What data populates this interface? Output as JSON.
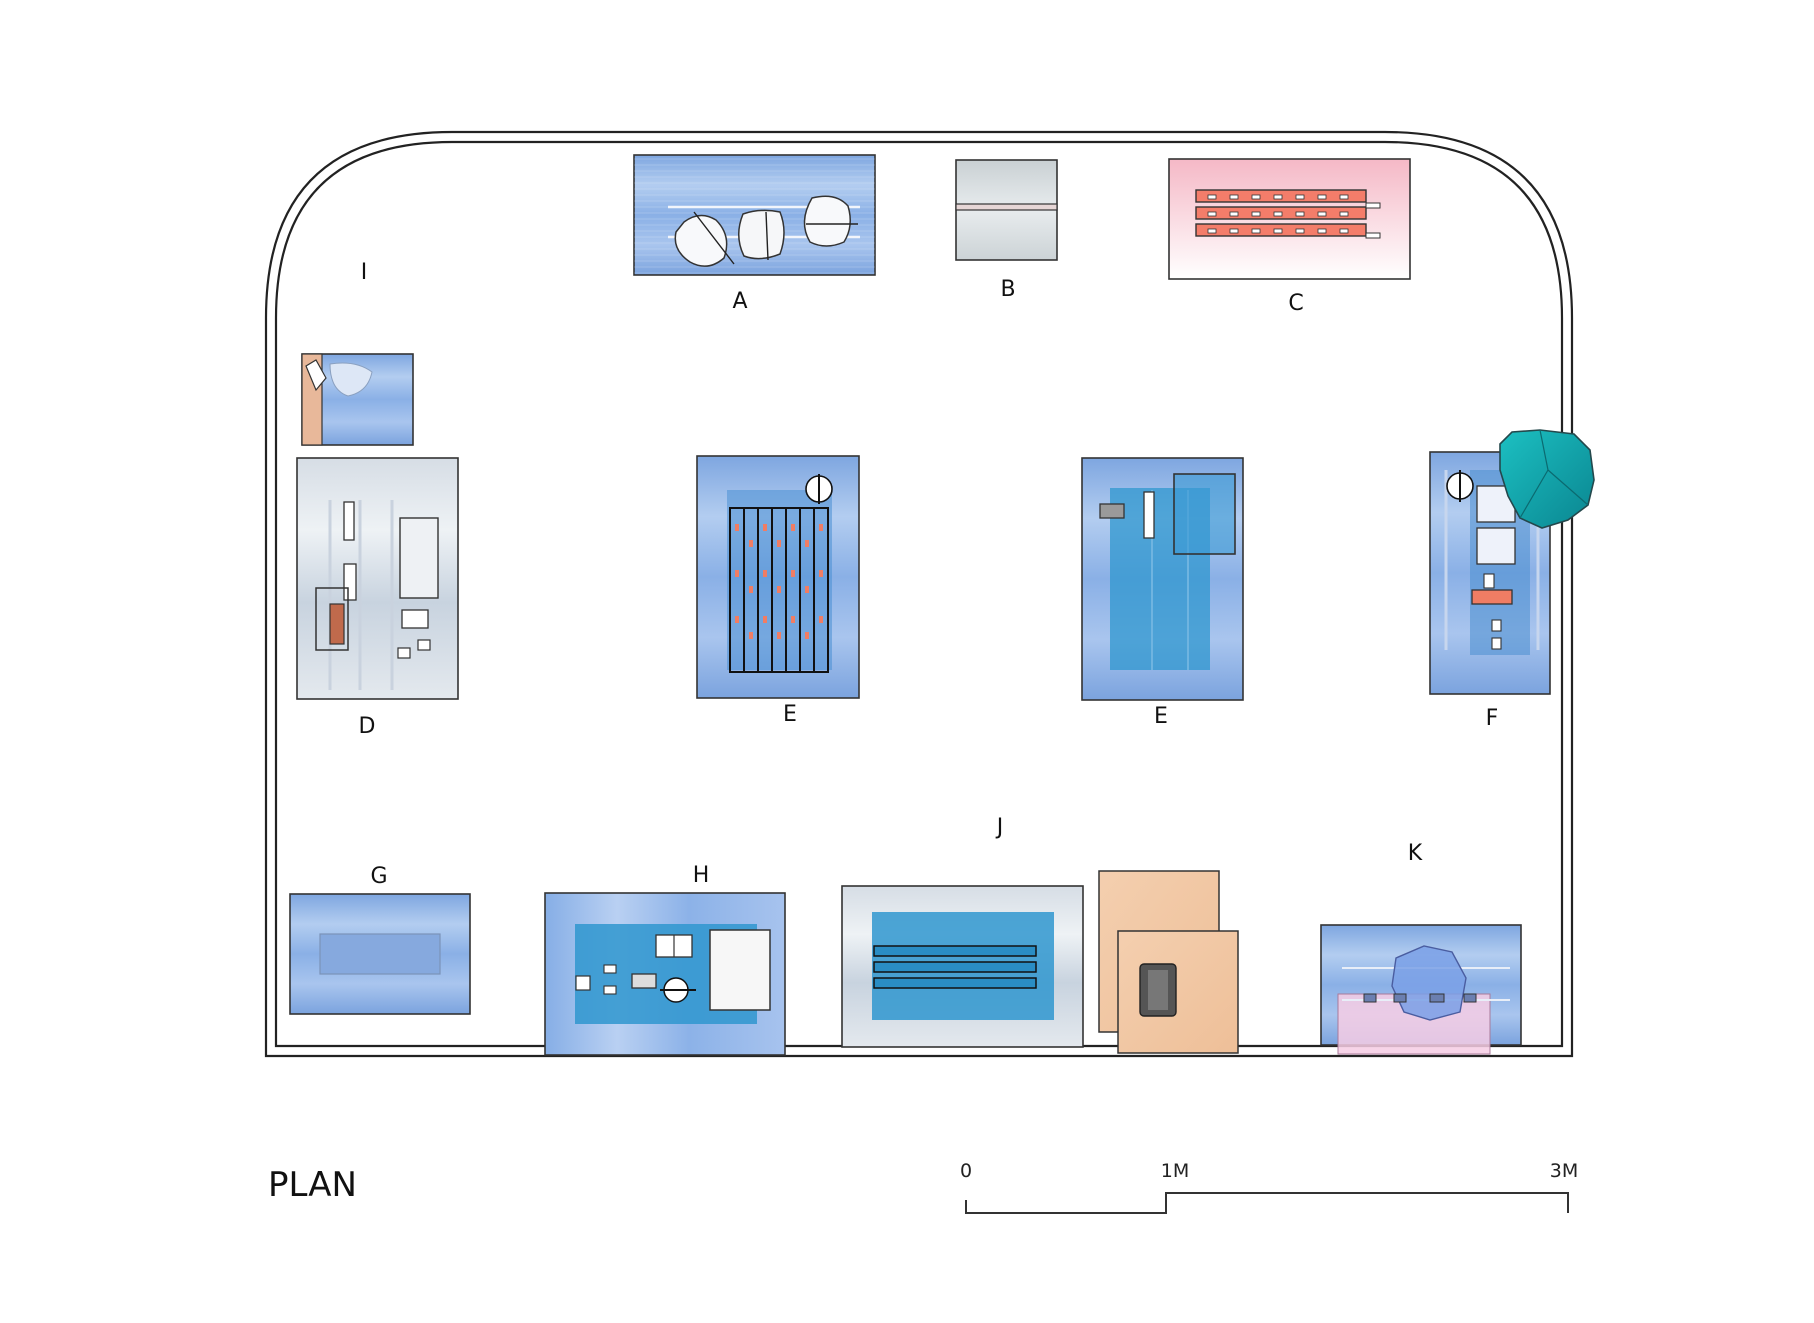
{
  "title": "PLAN",
  "zones": [
    {
      "key": "A",
      "label": "A"
    },
    {
      "key": "B",
      "label": "B"
    },
    {
      "key": "C",
      "label": "C"
    },
    {
      "key": "I",
      "label": "I"
    },
    {
      "key": "D",
      "label": "D"
    },
    {
      "key": "E1",
      "label": "E"
    },
    {
      "key": "E2",
      "label": "E"
    },
    {
      "key": "F",
      "label": "F"
    },
    {
      "key": "G",
      "label": "G"
    },
    {
      "key": "H",
      "label": "H"
    },
    {
      "key": "J",
      "label": "J"
    },
    {
      "key": "K",
      "label": "K"
    }
  ],
  "scale_bar": {
    "labels": [
      "0",
      "1M",
      "3M"
    ]
  },
  "colors": {
    "blue": "#8fb2e6",
    "deep_blue": "#2f97cf",
    "pink": "#f8c7d2",
    "gray": "#d8dcdf",
    "sand": "#f1c6a3",
    "teal": "#14a3a8",
    "salmon": "#f07d64"
  }
}
